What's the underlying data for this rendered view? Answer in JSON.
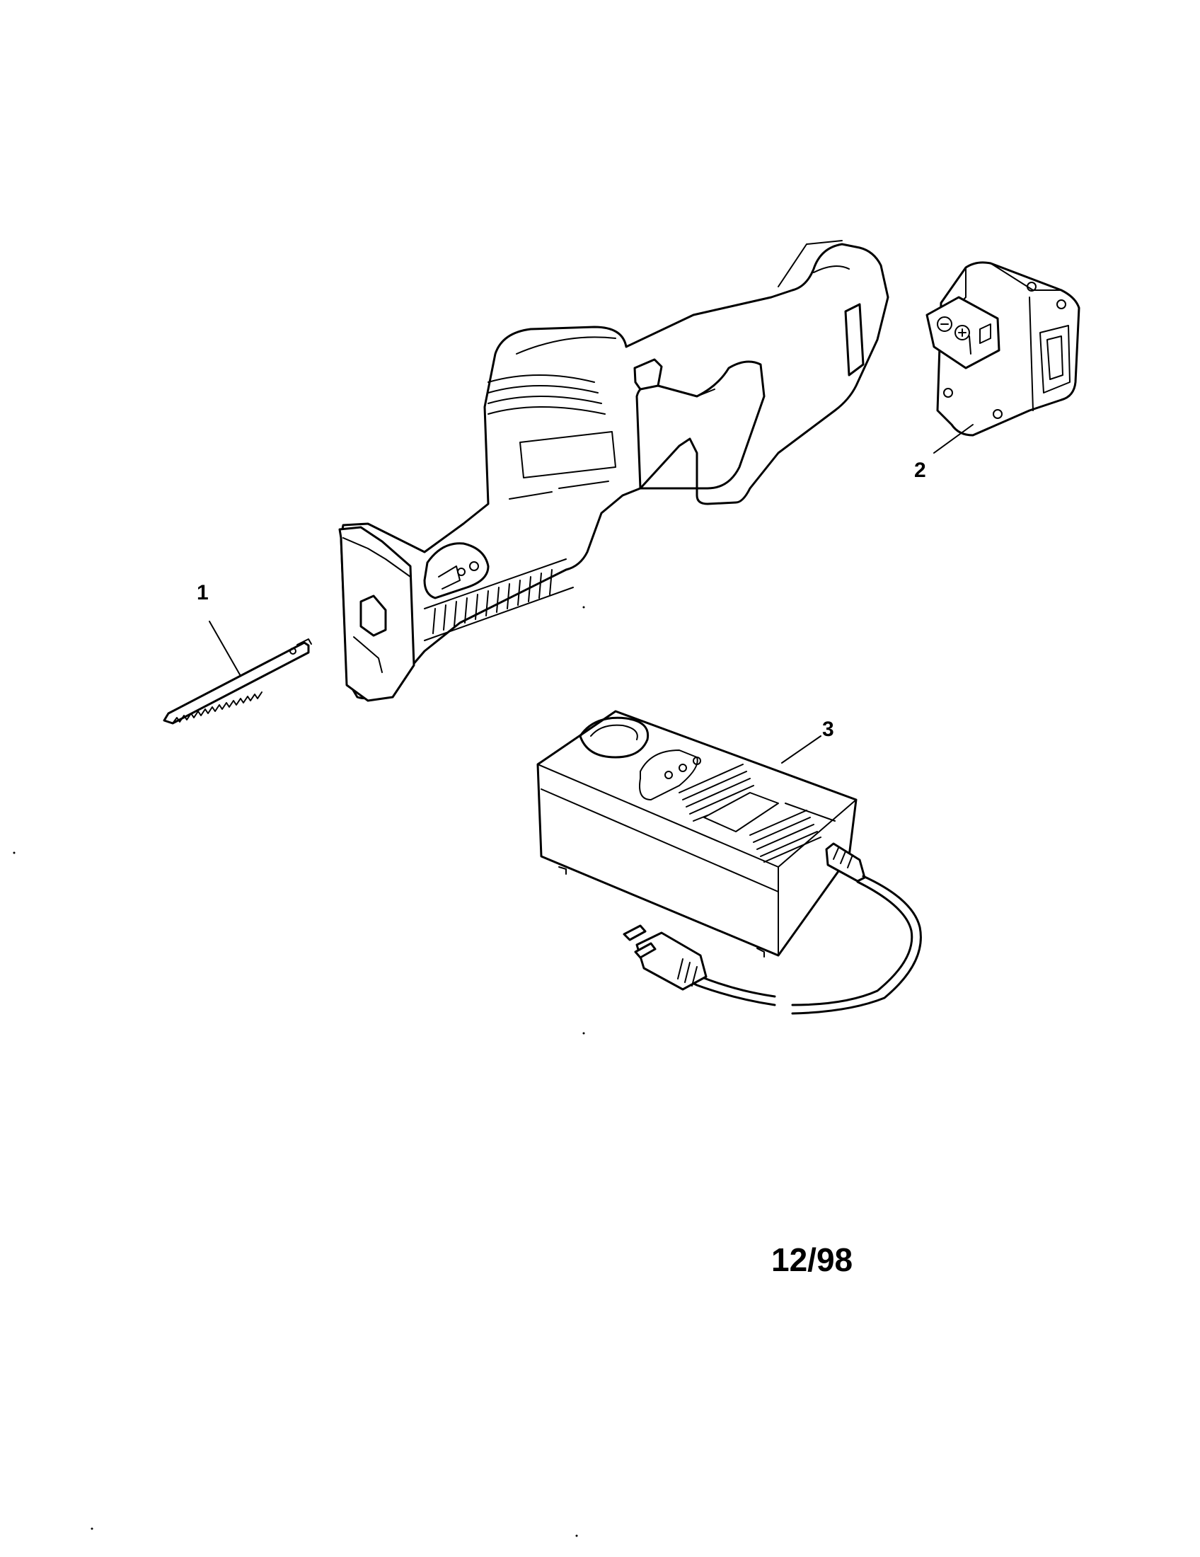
{
  "callouts": {
    "blade": "1",
    "battery": "2",
    "charger": "3"
  },
  "date_code": "12/98"
}
